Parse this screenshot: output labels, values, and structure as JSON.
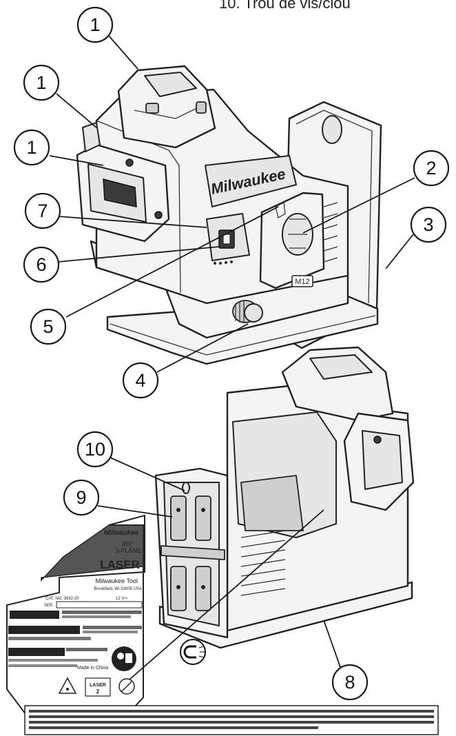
{
  "caption": "10. Trou de vis/clou",
  "callouts": [
    "1",
    "1",
    "1",
    "7",
    "6",
    "5",
    "4",
    "2",
    "3",
    "10",
    "9",
    "8"
  ],
  "brand": "Milwaukee",
  "battery_mark": "M12",
  "label": {
    "brand": "Milwaukee",
    "product_line1": "360°",
    "product_line2": "3-PLANE",
    "product_line3": "LASER",
    "maker1": "Milwaukee Tool",
    "maker2": "Brookfield, WI 53005 USA",
    "cat_no": "CAT. NO. 3632-20",
    "voltage": "12 V⎓",
    "ser": "SER.",
    "warning1": "WARNING",
    "avertissement": "AVERTISSEMENT",
    "advertencia": "ADVERTENCIA",
    "made_in": "Made in China",
    "laser_class": "LASER",
    "laser_class_no": "2"
  }
}
